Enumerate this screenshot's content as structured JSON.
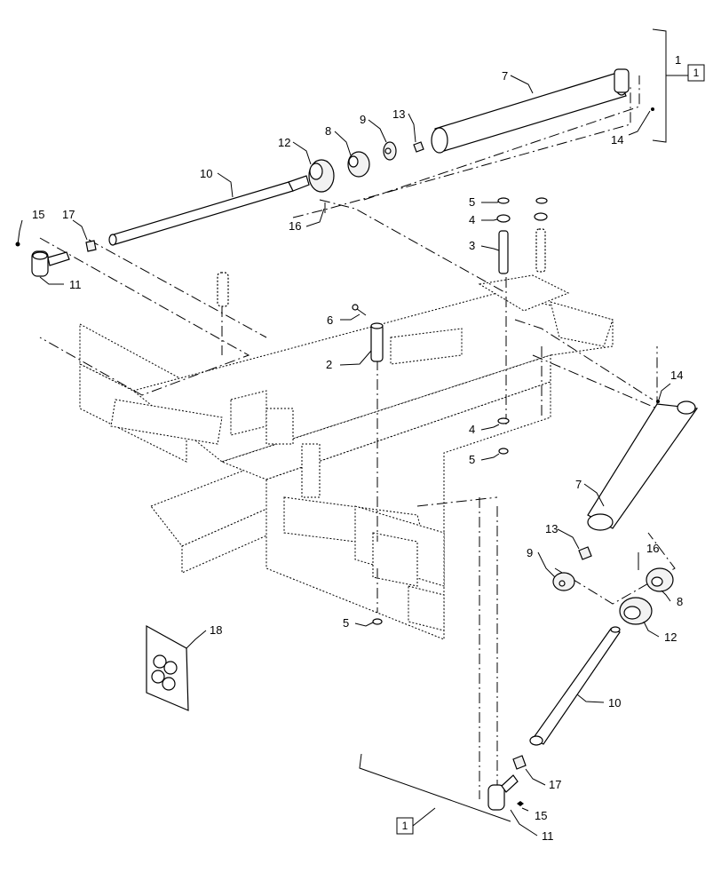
{
  "callouts": [
    {
      "id": "c1",
      "text": "1"
    },
    {
      "id": "c2",
      "text": "2"
    },
    {
      "id": "c3",
      "text": "3"
    },
    {
      "id": "c4a",
      "text": "4"
    },
    {
      "id": "c4b",
      "text": "4"
    },
    {
      "id": "c5a",
      "text": "5"
    },
    {
      "id": "c5b",
      "text": "5"
    },
    {
      "id": "c5c",
      "text": "5"
    },
    {
      "id": "c6",
      "text": "6"
    },
    {
      "id": "c7a",
      "text": "7"
    },
    {
      "id": "c7b",
      "text": "7"
    },
    {
      "id": "c8a",
      "text": "8"
    },
    {
      "id": "c8b",
      "text": "8"
    },
    {
      "id": "c9a",
      "text": "9"
    },
    {
      "id": "c9b",
      "text": "9"
    },
    {
      "id": "c10a",
      "text": "10"
    },
    {
      "id": "c10b",
      "text": "10"
    },
    {
      "id": "c11a",
      "text": "11"
    },
    {
      "id": "c11b",
      "text": "11"
    },
    {
      "id": "c12a",
      "text": "12"
    },
    {
      "id": "c12b",
      "text": "12"
    },
    {
      "id": "c13a",
      "text": "13"
    },
    {
      "id": "c13b",
      "text": "13"
    },
    {
      "id": "c14a",
      "text": "14"
    },
    {
      "id": "c14b",
      "text": "14"
    },
    {
      "id": "c15a",
      "text": "15"
    },
    {
      "id": "c15b",
      "text": "15"
    },
    {
      "id": "c16a",
      "text": "16"
    },
    {
      "id": "c16b",
      "text": "16"
    },
    {
      "id": "c17a",
      "text": "17"
    },
    {
      "id": "c17b",
      "text": "17"
    },
    {
      "id": "c18",
      "text": "18"
    }
  ],
  "assembly_boxes": [
    {
      "id": "box_top",
      "text": "1"
    },
    {
      "id": "box_bottom",
      "text": "1"
    }
  ]
}
